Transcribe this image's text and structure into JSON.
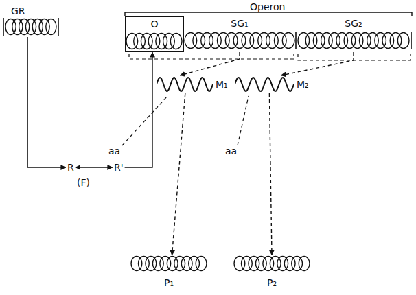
{
  "diagram": {
    "nodes": [
      {
        "text": [
          "GR"
        ]
      },
      {
        "text": [
          "O"
        ]
      },
      {
        "text": [
          "SG₁"
        ]
      },
      {
        "text": [
          "SG₂"
        ]
      },
      {
        "text": [
          "R"
        ]
      },
      {
        "text": [
          "R'"
        ]
      },
      {
        "text": [
          "M₁"
        ]
      },
      {
        "text": [
          "M₂"
        ]
      },
      {
        "text": [
          "P₁"
        ]
      },
      {
        "text": [
          "P₂"
        ]
      }
    ],
    "edges": [
      {
        "from": 0,
        "to": 4,
        "arrow": "to"
      },
      {
        "from": 4,
        "to": 5,
        "arrow": "both"
      },
      {
        "from": 5,
        "to": 1,
        "arrow": "to"
      },
      {
        "from": 2,
        "to": 6,
        "arrow": "to"
      },
      {
        "from": 3,
        "to": 7,
        "arrow": "to"
      },
      {
        "from": 6,
        "to": 8,
        "arrow": "to"
      },
      {
        "from": 7,
        "to": 9,
        "arrow": "to"
      }
    ],
    "labels": [
      "Operon",
      "(F)",
      "aa",
      "aa"
    ]
  }
}
